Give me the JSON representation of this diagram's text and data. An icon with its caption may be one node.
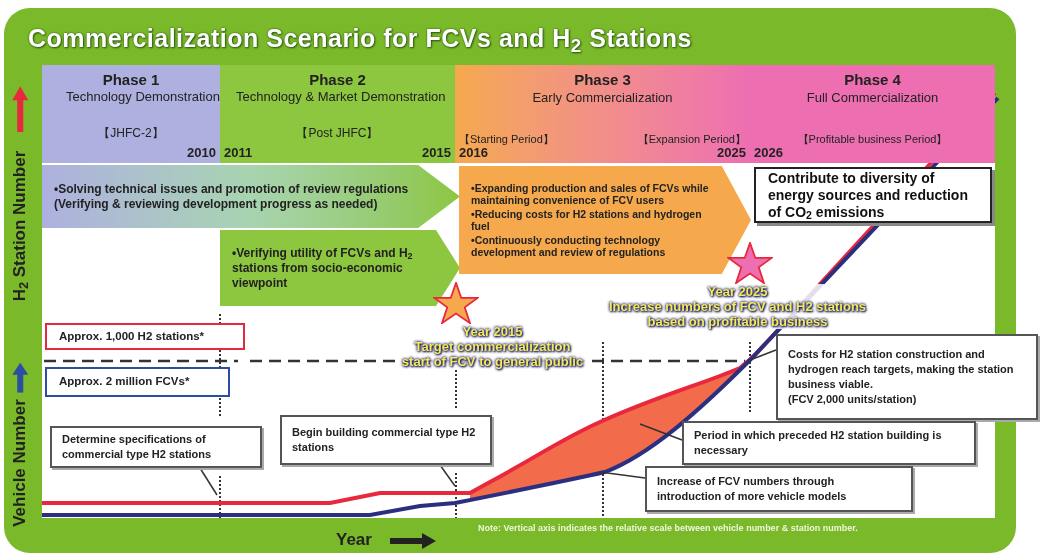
{
  "diagram": {
    "title": "Commercialization Scenario for FCVs and H$_{2}$ Stations",
    "nodes": [
      {
        "text": [
          "Phase 1",
          "Technology Demonstration",
          "【JHFC-2】",
          "2010"
        ]
      },
      {
        "text": [
          "Phase 2",
          "Technology & Market Demonstration",
          "【Post JHFC】",
          "2011",
          "2015"
        ]
      },
      {
        "text": [
          "Phase 3",
          "Early Commercialization",
          "【Starting Period】",
          "【Expansion Period】",
          "2016",
          "2025"
        ]
      },
      {
        "text": [
          "Phase 4",
          "Full Commercialization",
          "【Profitable business Period】",
          "2026"
        ]
      },
      {
        "text": [
          "•Solving technical issues and promotion of review regulations (Verifying & reviewing development progress as needed)"
        ]
      },
      {
        "text": [
          "•Verifying utility of FCVs and H$_{2}$ stations from socio-economic viewpoint"
        ]
      },
      {
        "text": [
          "•Expanding production and sales of FCVs while maintaining convenience of FCV users",
          "•Reducing costs for H2 stations and hydrogen fuel",
          "•Continuously conducting technology development and review of regulations"
        ]
      },
      {
        "text": [
          "Contribute to diversity of energy sources and reduction of CO$_{2}$ emissions"
        ]
      },
      {
        "text": [
          "Year 2015",
          "Target commercialization start of FCV to general public"
        ]
      },
      {
        "text": [
          "Year 2025",
          "Increase numbers of FCV and H2 stations based on profitable business"
        ]
      },
      {
        "text": [
          "Approx. 1,000 H2 stations*"
        ]
      },
      {
        "text": [
          "Approx. 2 million FCVs*"
        ]
      },
      {
        "text": [
          "Determine specifications of commercial type H2 stations"
        ]
      },
      {
        "text": [
          "Begin building commercial type H2 stations"
        ]
      },
      {
        "text": [
          "Costs for H2 station construction and hydrogen reach targets, making the station business viable.",
          "(FCV 2,000 units/station)"
        ]
      },
      {
        "text": [
          "Period in which preceded H2 station building is necessary"
        ]
      },
      {
        "text": [
          "Increase of FCV numbers through introduction of more vehicle models"
        ]
      }
    ],
    "edges": [
      {
        "from": 12,
        "to": null,
        "arrow": "none"
      },
      {
        "from": 13,
        "to": null,
        "arrow": "none"
      },
      {
        "from": 14,
        "to": null,
        "arrow": "none"
      },
      {
        "from": 15,
        "to": null,
        "arrow": "none"
      },
      {
        "from": 16,
        "to": null,
        "arrow": "none"
      }
    ],
    "labels": [
      "H$_{2}$ Station Number",
      "Vehicle Number",
      "Year",
      "Note: Vertical axis indicates the relative scale between vehicle number & station number."
    ]
  }
}
